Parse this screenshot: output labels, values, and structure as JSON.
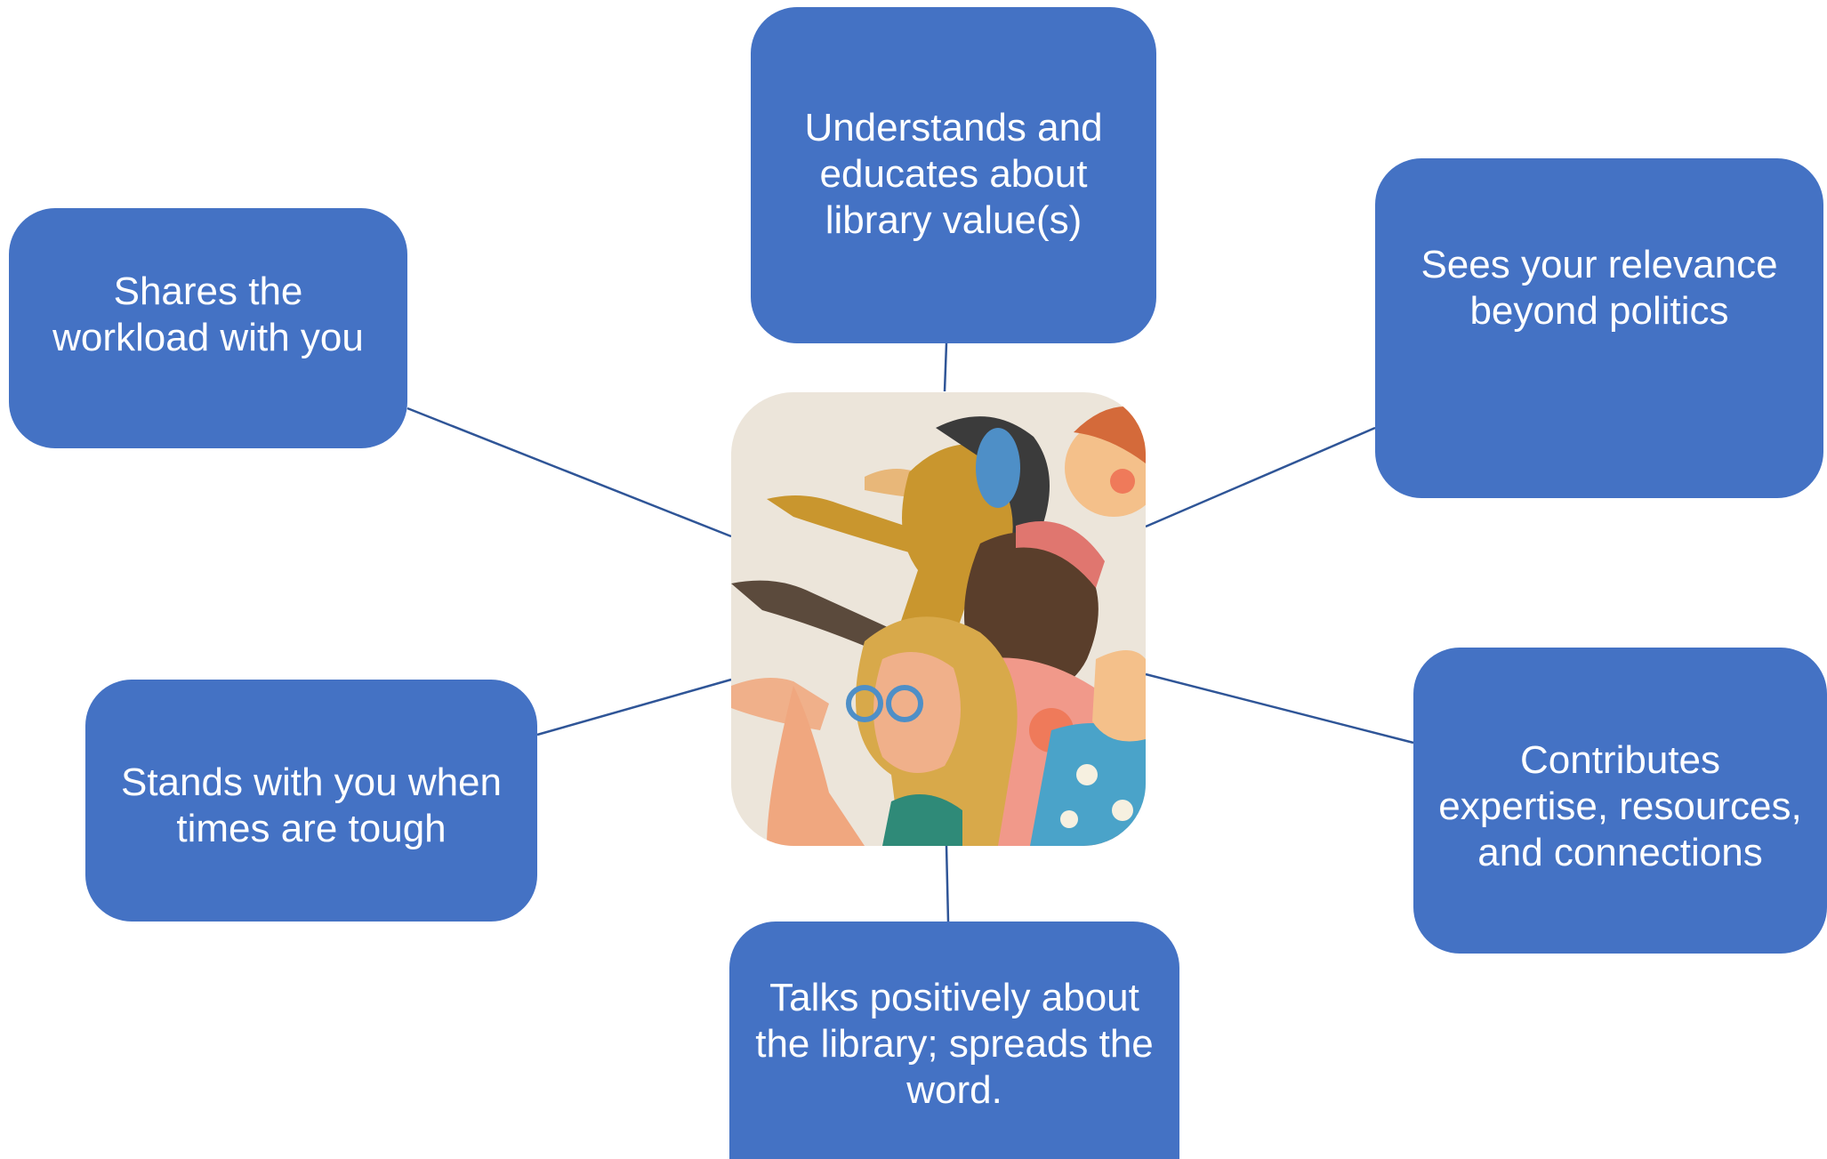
{
  "center": {
    "image": "illustration of a diverse group of women raising open hands"
  },
  "nodes": {
    "top": "Understands and educates about library value(s)",
    "left_upper": "Shares the workload with you",
    "right_upper": "Sees your relevance beyond politics",
    "left_lower": "Stands with you when times are tough",
    "right_lower": "Contributes expertise, resources, and connections",
    "bottom": "Talks positively about the library; spreads the word."
  },
  "colors": {
    "node_fill": "#4472c4",
    "connector": "#2f5597",
    "node_text": "#ffffff",
    "background": "#ffffff"
  }
}
